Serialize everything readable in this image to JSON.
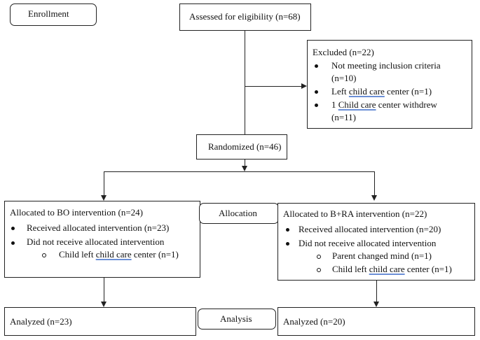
{
  "stages": {
    "enrollment": "Enrollment",
    "allocation": "Allocation",
    "analysis": "Analysis"
  },
  "assessed": "Assessed for eligibility (n=68)",
  "excluded": {
    "title": "Excluded (n=22)",
    "item1_line1": "Not meeting inclusion criteria",
    "item1_line2": "(n=10)",
    "item2_pre": "Left ",
    "item2_link": "child care",
    "item2_post": " center (n=1)",
    "item3_pre": "1 ",
    "item3_link": "Child care",
    "item3_post": " center withdrew",
    "item3_line2": "(n=11)"
  },
  "randomized": "Randomized (n=46)",
  "left_arm": {
    "title": "Allocated to BO intervention (n=24)",
    "received": "Received allocated intervention (n=23)",
    "not_received": "Did not receive allocated intervention",
    "sub1_pre": "Child left ",
    "sub1_link": "child care",
    "sub1_post": " center (n=1)",
    "analyzed": "Analyzed (n=23)"
  },
  "right_arm": {
    "title": "Allocated to B+RA intervention (n=22)",
    "received": "Received allocated intervention (n=20)",
    "not_received": "Did not receive allocated intervention",
    "sub1": "Parent changed mind (n=1)",
    "sub2_pre": "Child left ",
    "sub2_link": "child care",
    "sub2_post": " center (n=1)",
    "analyzed": "Analyzed (n=20)"
  }
}
